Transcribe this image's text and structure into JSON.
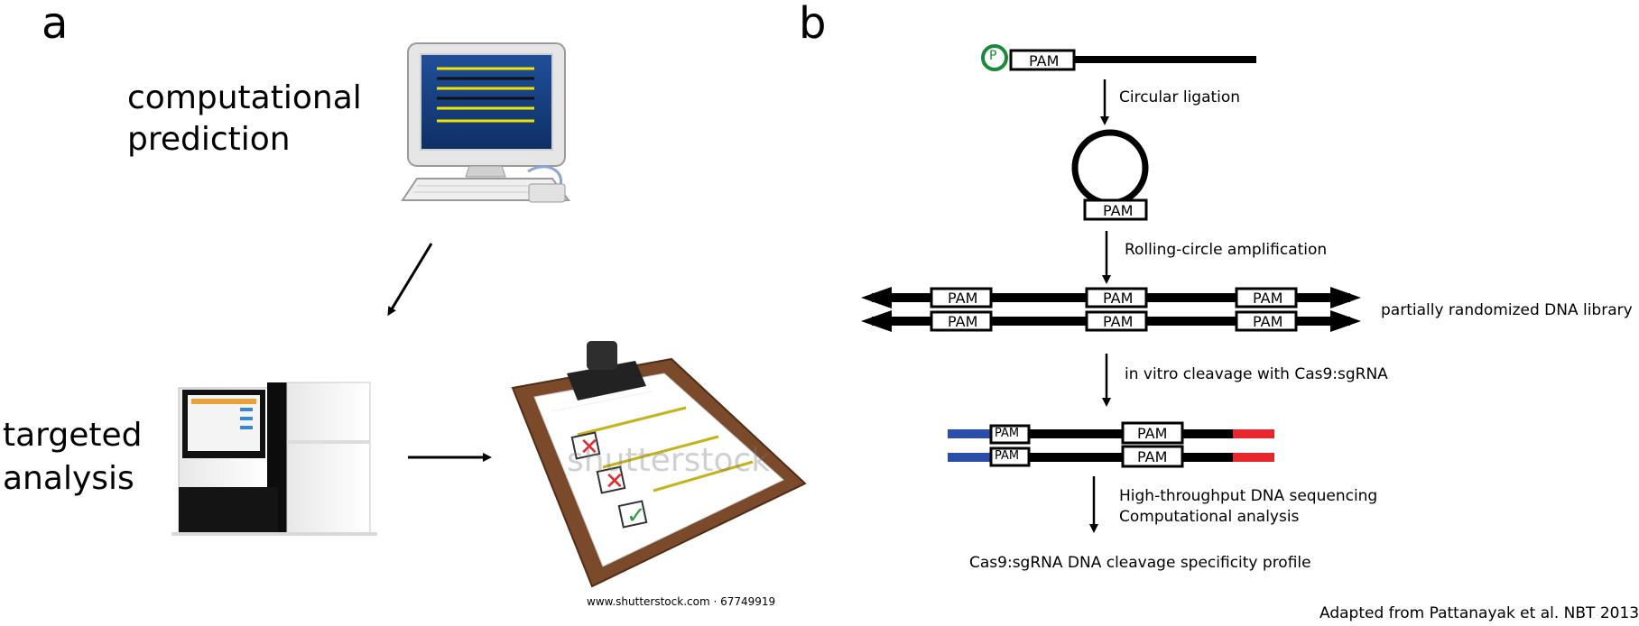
{
  "panel_a": {
    "letter": "a",
    "label_prediction_line1": "computational",
    "label_prediction_line2": "prediction",
    "label_targeted_line1": "targeted",
    "label_targeted_line2": "analysis",
    "watermark": "shutterstock",
    "stock_credit": "www.shutterstock.com · 67749919"
  },
  "panel_b": {
    "letter": "b",
    "phosphate": "P",
    "pam": "PAM",
    "step_ligation": "Circular ligation",
    "step_rca": "Rolling-circle amplification",
    "library_label": "partially randomized DNA library",
    "step_cleavage": "in vitro cleavage with Cas9:sgRNA",
    "step_seq_line1": "High-throughput DNA sequencing",
    "step_seq_line2": "Computational analysis",
    "result": "Cas9:sgRNA DNA cleavage specificity profile"
  },
  "credit": "Adapted from Pattanayak et al. NBT 2013",
  "colors": {
    "phosphate": "#1a8a3a",
    "blue_end": "#2b4fa8",
    "red_end": "#e8262e",
    "clipboard": "#7a4a2a"
  }
}
